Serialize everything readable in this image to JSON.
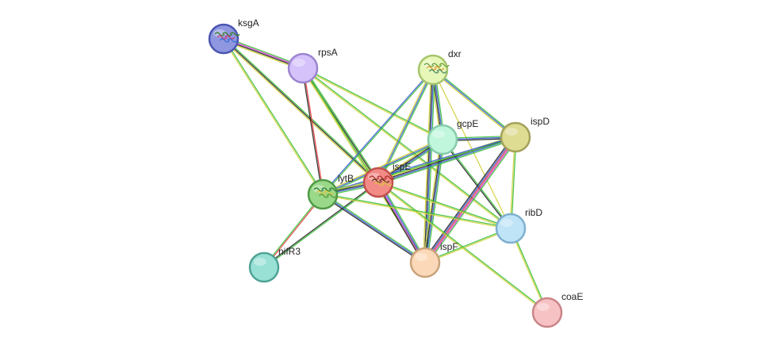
{
  "network": {
    "nodes": [
      {
        "id": "ksgA",
        "label": "ksgA",
        "fill": "#8f97e0",
        "stroke": "#4a56b0",
        "structure": true,
        "structure_colors": [
          "#3a7d2c",
          "#c43b7a",
          "#3b6fd1"
        ]
      },
      {
        "id": "rpsA",
        "label": "rpsA",
        "fill": "#d5c2fb",
        "stroke": "#9a84cf",
        "structure": false
      },
      {
        "id": "dxr",
        "label": "dxr",
        "fill": "#e6f7b8",
        "stroke": "#a6c46b",
        "structure": true,
        "structure_colors": [
          "#6a9f3a",
          "#e39b3a",
          "#4a8a6a"
        ]
      },
      {
        "id": "gcpE",
        "label": "gcpE",
        "fill": "#bff6dc",
        "stroke": "#86cba9",
        "structure": false
      },
      {
        "id": "ispD",
        "label": "ispD",
        "fill": "#dedb92",
        "stroke": "#a3a15a",
        "structure": false
      },
      {
        "id": "ispE",
        "label": "ispE",
        "fill": "#f28a86",
        "stroke": "#c0504d",
        "structure": true,
        "structure_colors": [
          "#b02e2a",
          "#5d3b1e",
          "#e0c040"
        ]
      },
      {
        "id": "lytB",
        "label": "lytB",
        "fill": "#9ad88a",
        "stroke": "#4f9a45",
        "structure": true,
        "structure_colors": [
          "#2e7d32",
          "#e3c53a",
          "#5a9a3a"
        ]
      },
      {
        "id": "ribD",
        "label": "ribD",
        "fill": "#bfe4f7",
        "stroke": "#7eb0cf",
        "structure": false
      },
      {
        "id": "nifR3",
        "label": "nifR3",
        "fill": "#99e0d5",
        "stroke": "#4fa396",
        "structure": false
      },
      {
        "id": "ispF",
        "label": "ispF",
        "fill": "#fbd9b8",
        "stroke": "#c9a27c",
        "structure": false
      },
      {
        "id": "coaE",
        "label": "coaE",
        "fill": "#f7c2c4",
        "stroke": "#c98588",
        "structure": false
      }
    ],
    "edges": [
      {
        "source": "ksgA",
        "target": "rpsA",
        "colors": [
          "#3bbf3b",
          "#d23ad2",
          "#222222",
          "#d2d23a"
        ]
      },
      {
        "source": "ksgA",
        "target": "ispE",
        "colors": [
          "#3bbf3b",
          "#222222",
          "#d2d23a"
        ]
      },
      {
        "source": "ksgA",
        "target": "lytB",
        "colors": [
          "#3bbf3b",
          "#d2d23a"
        ]
      },
      {
        "source": "rpsA",
        "target": "lytB",
        "colors": [
          "#e23a3a",
          "#222222"
        ]
      },
      {
        "source": "rpsA",
        "target": "ispE",
        "colors": [
          "#3bbf3b",
          "#222222",
          "#d2d23a"
        ]
      },
      {
        "source": "rpsA",
        "target": "gcpE",
        "colors": [
          "#3bbf3b",
          "#d2d23a"
        ]
      },
      {
        "source": "rpsA",
        "target": "ispF",
        "colors": [
          "#3bbf3b",
          "#d2d23a"
        ]
      },
      {
        "source": "rpsA",
        "target": "ribD",
        "colors": [
          "#3bbf3b",
          "#d2d23a"
        ]
      },
      {
        "source": "dxr",
        "target": "gcpE",
        "colors": [
          "#3bbf3b",
          "#3a5ad2",
          "#222222",
          "#d2d23a"
        ]
      },
      {
        "source": "dxr",
        "target": "ispD",
        "colors": [
          "#3bbf3b",
          "#3a5ad2",
          "#d2d23a"
        ]
      },
      {
        "source": "dxr",
        "target": "ispE",
        "colors": [
          "#3bbf3b",
          "#3a5ad2",
          "#d2d23a"
        ]
      },
      {
        "source": "dxr",
        "target": "lytB",
        "colors": [
          "#3bbf3b",
          "#3a5ad2"
        ]
      },
      {
        "source": "dxr",
        "target": "ispF",
        "colors": [
          "#3bbf3b",
          "#3a5ad2",
          "#222222",
          "#d2d23a"
        ]
      },
      {
        "source": "dxr",
        "target": "ribD",
        "colors": [
          "#d2d23a"
        ]
      },
      {
        "source": "gcpE",
        "target": "ispD",
        "colors": [
          "#3bbf3b",
          "#3a5ad2",
          "#222222"
        ]
      },
      {
        "source": "gcpE",
        "target": "ispE",
        "colors": [
          "#3bbf3b",
          "#3a5ad2",
          "#222222",
          "#d2d23a"
        ]
      },
      {
        "source": "gcpE",
        "target": "lytB",
        "colors": [
          "#3bbf3b",
          "#3a5ad2",
          "#d2d23a"
        ]
      },
      {
        "source": "gcpE",
        "target": "ispF",
        "colors": [
          "#3bbf3b",
          "#3a5ad2",
          "#222222",
          "#d2d23a"
        ]
      },
      {
        "source": "gcpE",
        "target": "ribD",
        "colors": [
          "#3bbf3b",
          "#222222"
        ]
      },
      {
        "source": "ispD",
        "target": "ispE",
        "colors": [
          "#3bbf3b",
          "#3a5ad2",
          "#222222",
          "#d2d23a"
        ]
      },
      {
        "source": "ispD",
        "target": "lytB",
        "colors": [
          "#3bbf3b",
          "#3a5ad2"
        ]
      },
      {
        "source": "ispD",
        "target": "ispF",
        "colors": [
          "#3bbf3b",
          "#d23ad2",
          "#e23a3a",
          "#3a5ad2",
          "#222222"
        ]
      },
      {
        "source": "ispD",
        "target": "ribD",
        "colors": [
          "#3bbf3b",
          "#d2d23a"
        ]
      },
      {
        "source": "ispE",
        "target": "lytB",
        "colors": [
          "#3bbf3b",
          "#3a5ad2",
          "#222222",
          "#d2d23a"
        ]
      },
      {
        "source": "ispE",
        "target": "ispF",
        "colors": [
          "#3bbf3b",
          "#3a5ad2",
          "#d23ad2",
          "#222222"
        ]
      },
      {
        "source": "ispE",
        "target": "ribD",
        "colors": [
          "#3bbf3b",
          "#d2d23a"
        ]
      },
      {
        "source": "ispE",
        "target": "nifR3",
        "colors": [
          "#3bbf3b",
          "#222222"
        ]
      },
      {
        "source": "ispE",
        "target": "coaE",
        "colors": [
          "#3bbf3b",
          "#d2d23a"
        ]
      },
      {
        "source": "lytB",
        "target": "ispF",
        "colors": [
          "#3bbf3b",
          "#3a5ad2",
          "#222222"
        ]
      },
      {
        "source": "lytB",
        "target": "ribD",
        "colors": [
          "#3bbf3b",
          "#d2d23a"
        ]
      },
      {
        "source": "lytB",
        "target": "nifR3",
        "colors": [
          "#e23a3a",
          "#3bbf3b"
        ]
      },
      {
        "source": "ispF",
        "target": "ribD",
        "colors": [
          "#3bbf3b",
          "#d2d23a"
        ]
      },
      {
        "source": "ribD",
        "target": "coaE",
        "colors": [
          "#3bbf3b",
          "#d2d23a"
        ]
      }
    ]
  }
}
